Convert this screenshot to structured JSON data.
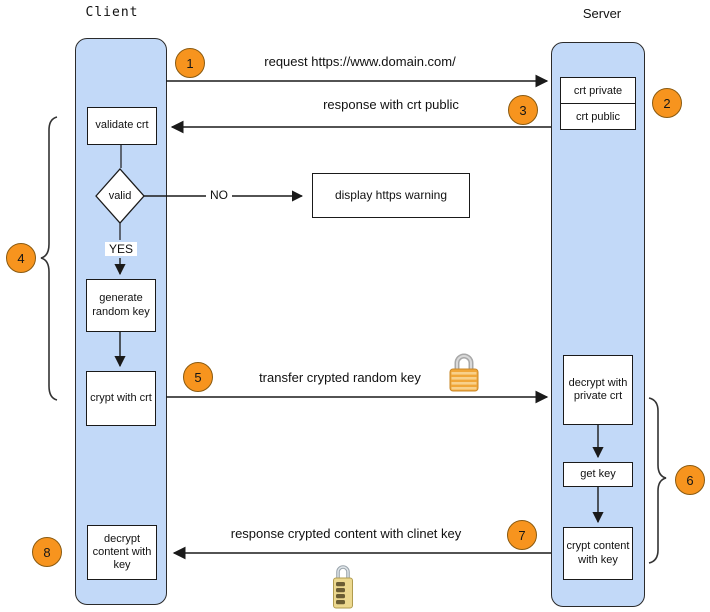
{
  "lanes": {
    "client": "Client",
    "server": "Server"
  },
  "steps": [
    "1",
    "2",
    "3",
    "4",
    "5",
    "6",
    "7",
    "8"
  ],
  "client": {
    "validate_crt": "validate crt",
    "valid": "valid",
    "yes": "YES",
    "generate_random_key": "generate random key",
    "crypt_with_crt": "crypt with crt",
    "decrypt_content_with_key": "decrypt content with key"
  },
  "server": {
    "crt_private": "crt private",
    "crt_public": "crt public",
    "decrypt_with_private_crt": "decrypt with private crt",
    "get_key": "get key",
    "crypt_content_with_key": "crypt content with key"
  },
  "messages": {
    "request": "request https://www.domain.com/",
    "response_crt": "response with crt public",
    "no": "NO",
    "display_https_warning": "display https warning",
    "transfer_key": "transfer crypted random key",
    "response_content": "response crypted content with clinet key"
  },
  "icons": {
    "transfer_lock": "padlock-icon",
    "content_lock": "combination-padlock-icon"
  },
  "colors": {
    "lane_fill": "#c2d9f8",
    "lane_border": "#2b2b2b",
    "box_fill": "#ffffff",
    "box_border": "#1a1a1a",
    "step_fill": "#f7941e",
    "step_border": "#8a5a10",
    "arrow": "#1a1a1a",
    "lock_gold": "#f0a638",
    "lock_shackle": "#a8a8a8"
  }
}
